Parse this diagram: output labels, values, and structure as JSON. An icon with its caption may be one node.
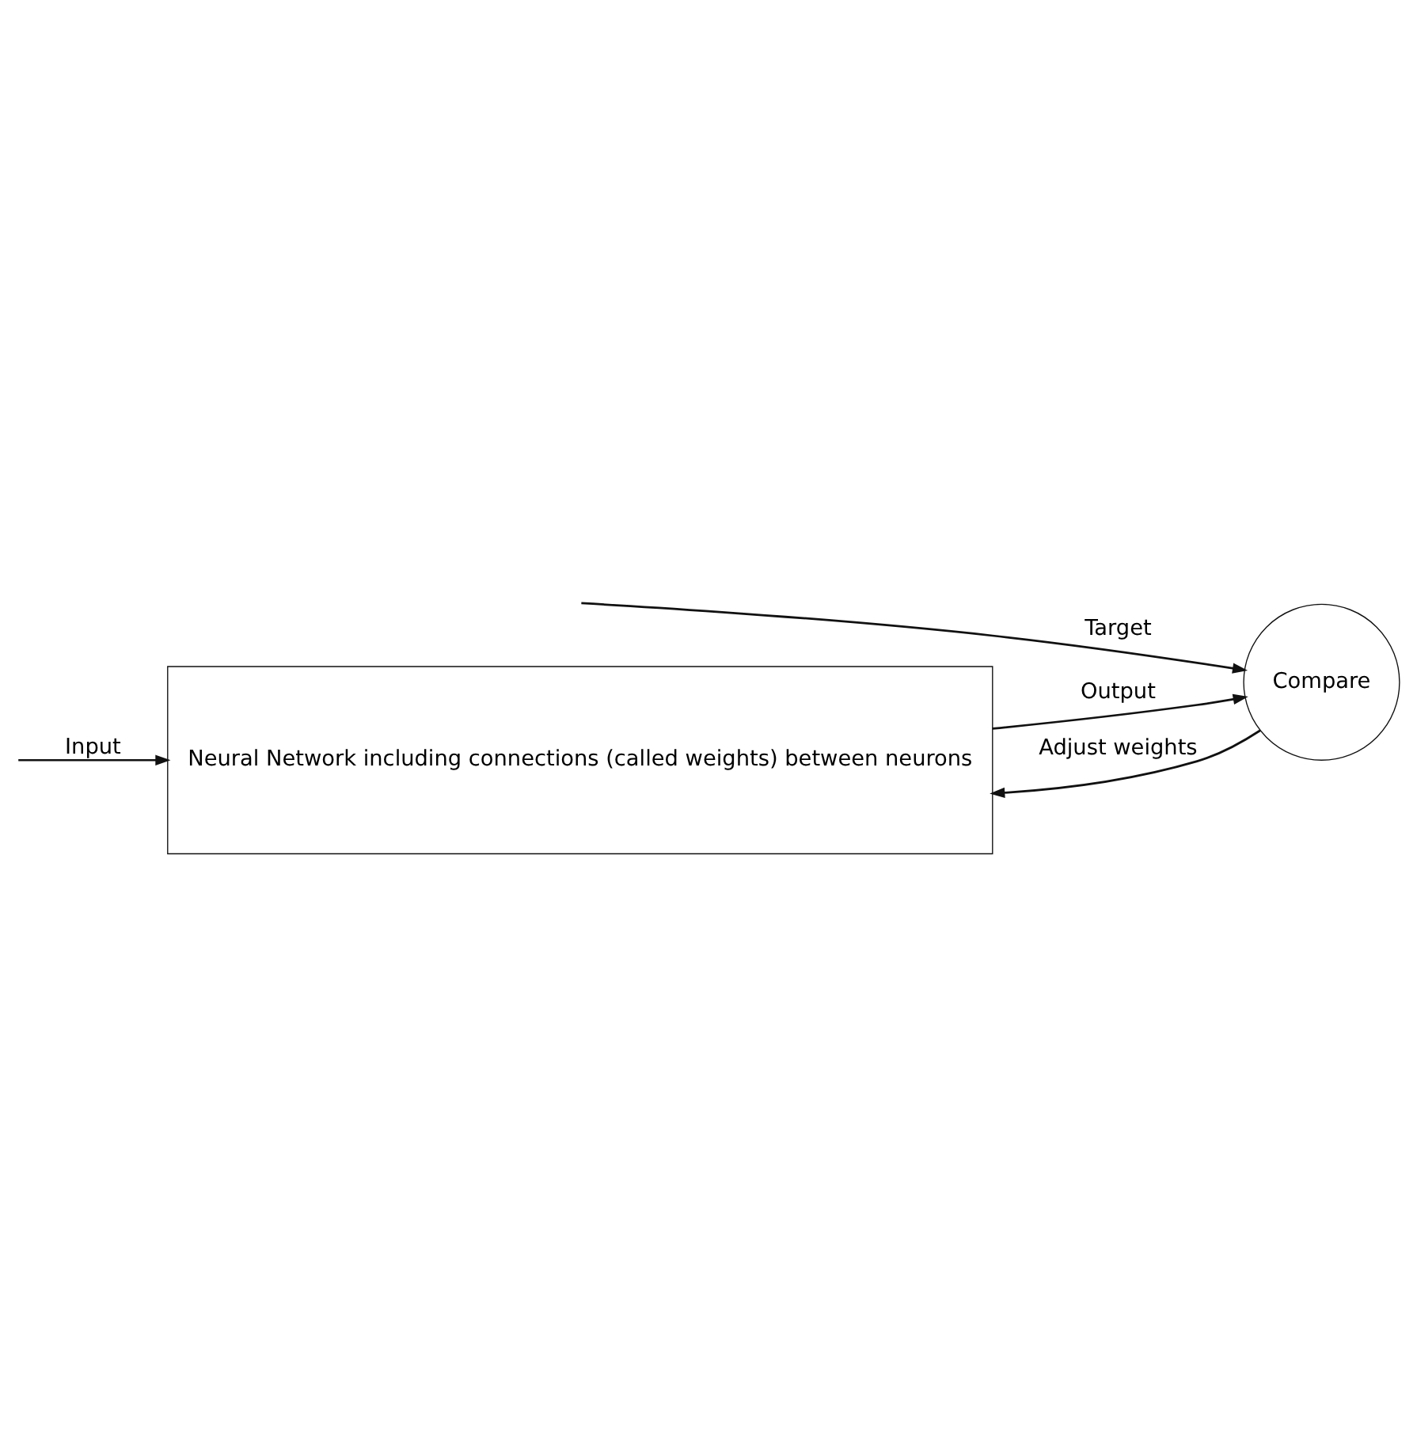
{
  "diagram": {
    "nodes": [
      {
        "text": [
          "Neural Network including connections (called weights) between neurons"
        ]
      },
      {
        "text": [
          "Compare"
        ]
      }
    ],
    "edges": [
      {
        "from": null,
        "to": 0,
        "arrow": "to",
        "label": "Input"
      },
      {
        "from": 0,
        "to": 1,
        "arrow": "to",
        "label": "Output"
      },
      {
        "from": null,
        "to": 1,
        "arrow": "to",
        "label": "Target"
      },
      {
        "from": 1,
        "to": 0,
        "arrow": "to",
        "label": "Adjust weights"
      }
    ]
  }
}
